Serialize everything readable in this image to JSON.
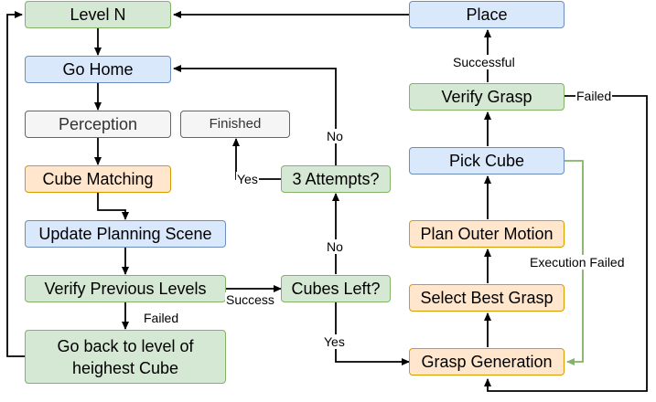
{
  "nodes": {
    "level_n": "Level N",
    "go_home": "Go Home",
    "perception": "Perception",
    "finished": "Finished",
    "cube_matching": "Cube Matching",
    "three_attempts": "3 Attempts?",
    "update_planning_scene": "Update Planning Scene",
    "verify_previous_levels": "Verify Previous Levels",
    "cubes_left": "Cubes Left?",
    "go_back": "Go back to level of heighest Cube",
    "place": "Place",
    "verify_grasp": "Verify Grasp",
    "pick_cube": "Pick Cube",
    "plan_outer_motion": "Plan Outer Motion",
    "select_best_grasp": "Select Best Grasp",
    "grasp_generation": "Grasp Generation"
  },
  "edge_labels": {
    "yes_finished": "Yes",
    "no_go_home": "No",
    "no_attempts": "No",
    "success": "Success",
    "failed_verify": "Failed",
    "yes_grasp": "Yes",
    "successful": "Successful",
    "failed_grasp": "Failed",
    "execution_failed": "Execution Failed"
  },
  "colors": {
    "edge": "#000000",
    "execution_failed_edge": "#82b366"
  }
}
